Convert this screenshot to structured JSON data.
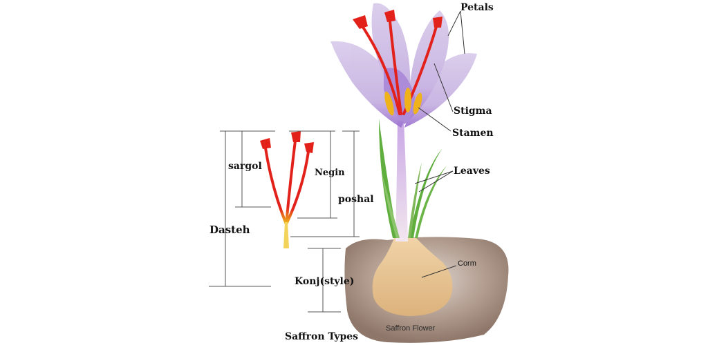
{
  "diagram": {
    "flower_labels": {
      "petals": "Petals",
      "stigma": "Stigma",
      "stamen": "Stamen",
      "leaves": "Leaves",
      "corm": "Corm",
      "caption": "Saffron Flower"
    },
    "types_labels": {
      "sargol": "sargol",
      "negin": "Negin",
      "poshal": "poshal",
      "dasteh": "Dasteh",
      "konj": "Konj(style)",
      "caption": "Saffron Types"
    },
    "colors": {
      "petal": "#c7b3e0",
      "petal_dark": "#9d7fd0",
      "stigma": "#e3211b",
      "stamen": "#f0b21a",
      "leaf": "#5fae3e",
      "corm": "#e5c08f",
      "soil": "#8a6f5e"
    }
  }
}
